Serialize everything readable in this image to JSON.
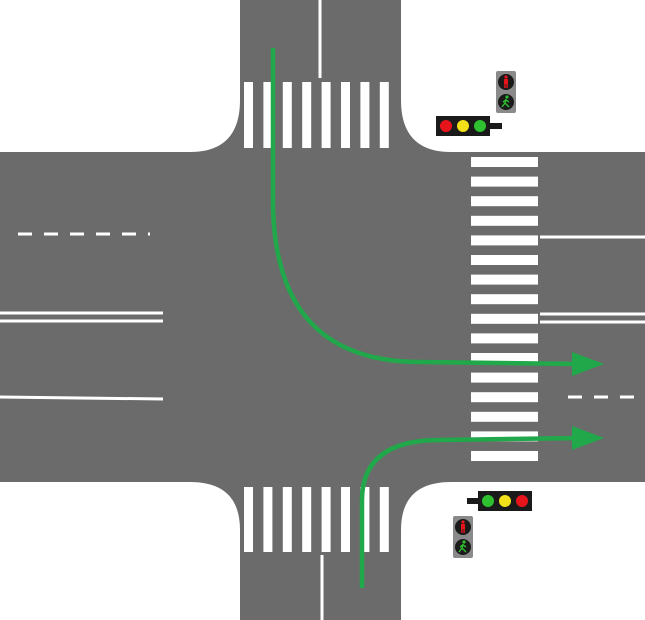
{
  "scene": {
    "background_color": "#ffffff",
    "road_color": "#6b6b6b",
    "marking_color": "#ffffff",
    "route_color": "#21a84a",
    "signal_housing_color": "#1a1a1a",
    "signal_lamp_colors": [
      "#e8141b",
      "#f2e118",
      "#2ec02e"
    ],
    "pedestrian_signal_housing_color": "#8a8a8a"
  },
  "routes": [
    {
      "id": "southbound-then-east",
      "icon": "arrow-right-turn"
    },
    {
      "id": "northbound-then-east",
      "icon": "arrow-right-turn"
    }
  ],
  "signals": [
    {
      "id": "traffic-light-north-east-corner",
      "icon": "traffic-light-horizontal",
      "lit": "green"
    },
    {
      "id": "traffic-light-south-east-corner",
      "icon": "traffic-light-horizontal",
      "lit": "green"
    },
    {
      "id": "pedestrian-signal-north-east-corner",
      "icon": "pedestrian-signal",
      "lit": "green-walk"
    },
    {
      "id": "pedestrian-signal-south-east-corner",
      "icon": "pedestrian-signal",
      "lit": "green-walk"
    }
  ]
}
